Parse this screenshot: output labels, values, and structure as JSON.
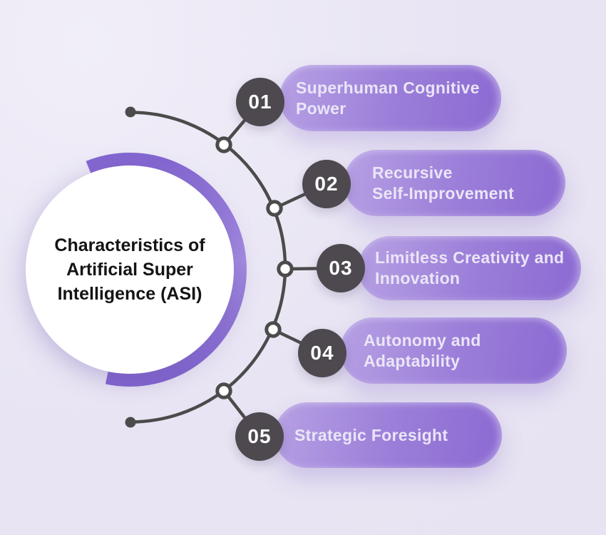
{
  "title": {
    "text": "Characteristics of\nArtificial Super\nIntelligence (ASI)"
  },
  "items": [
    {
      "number": "01",
      "label": "Superhuman Cognitive\nPower"
    },
    {
      "number": "02",
      "label": "Recursive\nSelf-Improvement"
    },
    {
      "number": "03",
      "label": "Limitless Creativity and\nInnovation"
    },
    {
      "number": "04",
      "label": "Autonomy and\nAdaptability"
    },
    {
      "number": "05",
      "label": "Strategic Foresight"
    }
  ],
  "colors": {
    "background": "#e8e4f3",
    "pill_gradient_start": "#b7a1e4",
    "pill_gradient_end": "#8b6ad2",
    "pill_text": "#eae5f7",
    "number_badge": "#4d494f",
    "number_text": "#ffffff",
    "connector": "#4b4b4b",
    "node_fill": "#ffffff",
    "ring_gradient_start": "#8467d1",
    "ring_gradient_mid": "#a48ce1",
    "ring_gradient_end": "#8165cf",
    "title_text": "#141414",
    "center_circle": "#ffffff"
  }
}
